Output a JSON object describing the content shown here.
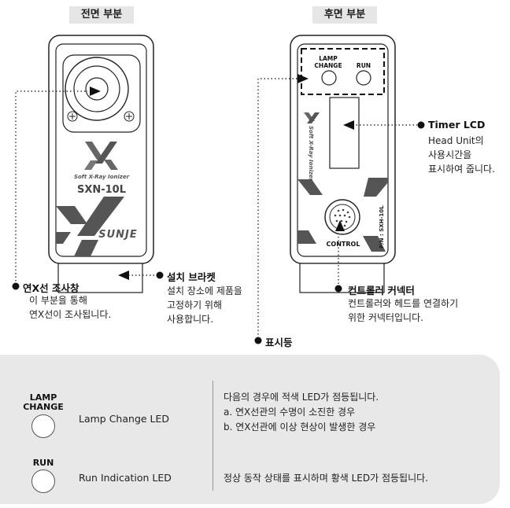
{
  "front_title": "전면 부분",
  "back_title": "후면 부분",
  "device_front": {
    "brand_sub": "Soft X-Ray Ionizer",
    "model": "SXN-10L",
    "logo": "SUNJE"
  },
  "device_back": {
    "lamp_change_label_1": "LAMP",
    "lamp_change_label_2": "CHANGE",
    "run_label": "RUN",
    "side_text": "Soft X-Ray Ionizer",
    "pn_text": "P/N : SXH-10L",
    "control_label": "CONTROL"
  },
  "callouts": {
    "window": {
      "title": "연X선 조사창",
      "lines": [
        "이 부분을 통해",
        "연X선이 조사됩니다."
      ]
    },
    "bracket": {
      "title": "설치 브라켓",
      "lines": [
        "설치 장소에 제품을",
        "고정하기 위해",
        "사용합니다."
      ]
    },
    "timer": {
      "title": "Timer LCD",
      "lines": [
        "Head Unit의",
        "사용시간을",
        "표시하여 줍니다."
      ]
    },
    "connector": {
      "title": "컨트롤러 커넥터",
      "lines": [
        "컨트롤러와 헤드를 연결하기",
        "위한 커넥터입니다."
      ]
    },
    "indicator": {
      "title": "표시등"
    }
  },
  "legend": {
    "lamp": {
      "label_1": "LAMP",
      "label_2": "CHANGE",
      "name": "Lamp Change LED",
      "desc": [
        "다음의 경우에 적색 LED가 점등됩니다.",
        "a. 연X선관의 수명이 소진한 경우",
        "b. 연X선관에 이상 현상이 발생한 경우"
      ]
    },
    "run": {
      "label": "RUN",
      "name": "Run Indication LED",
      "desc": "정상 동작 상태를 표시하며 황색 LED가 점등됩니다."
    }
  }
}
